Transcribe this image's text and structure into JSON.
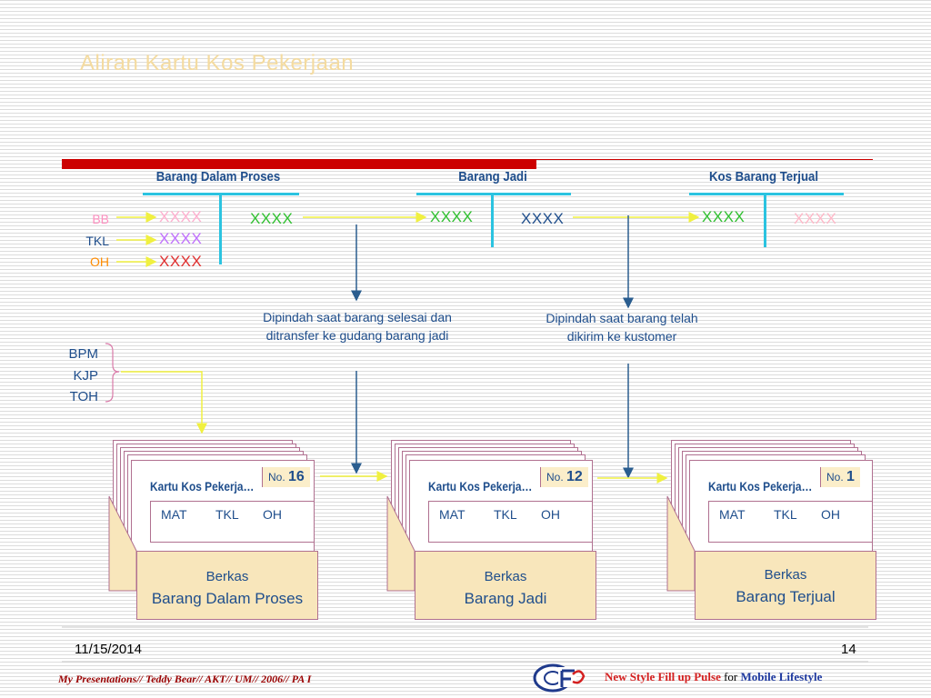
{
  "slide": {
    "title": "Aliran Kartu Kos Pekerjaan",
    "date": "11/15/2014",
    "page_number": "14",
    "footer_left": "My Presentations// Teddy Bear// AKT// UM// 2006// PA I",
    "footer_right_red": "New Style Fill up Pulse",
    "footer_right_mid": "for",
    "footer_right_blue": "Mobile Lifestyle"
  },
  "accounts": {
    "wip": {
      "title": "Barang Dalam Proses",
      "left_entries": [
        "XXXX",
        "XXXX",
        "XXXX"
      ],
      "right_entry": "XXXX"
    },
    "fg": {
      "title": "Barang Jadi",
      "left_entry": "XXXX",
      "right_entry": "XXXX"
    },
    "cogs": {
      "title": "Kos Barang Terjual",
      "left_entry": "XXXX",
      "right_entry": "XXXX"
    }
  },
  "cost_inputs": [
    "BB",
    "TKL",
    "OH"
  ],
  "applied_inputs": [
    "BPM",
    "KJP",
    "TOH"
  ],
  "notes": {
    "transfer_fg": "Dipindah saat barang selesai dan ditransfer ke gudang barang jadi",
    "transfer_cogs": "Dipindah saat barang telah dikirim ke kustomer"
  },
  "files": [
    {
      "card_title": "Kartu Kos Pekerja…",
      "no_label": "No.",
      "number": "16",
      "columns": [
        "MAT",
        "TKL",
        "OH"
      ],
      "label_line1": "Berkas",
      "label_line2": "Barang Dalam Proses"
    },
    {
      "card_title": "Kartu Kos Pekerja…",
      "no_label": "No.",
      "number": "12",
      "columns": [
        "MAT",
        "TKL",
        "OH"
      ],
      "label_line1": "Berkas",
      "label_line2": "Barang Jadi"
    },
    {
      "card_title": "Kartu Kos Pekerja…",
      "no_label": "No.",
      "number": "1",
      "columns": [
        "MAT",
        "TKL",
        "OH"
      ],
      "label_line1": "Berkas",
      "label_line2": "Barang Terjual"
    }
  ],
  "colors": {
    "title": "#f4dba0",
    "accent_red": "#cc0000",
    "t_account": "#2bc3e0",
    "text_blue": "#1f4e8c",
    "arrow_yellow": "#f0f040",
    "arrow_blue": "#2a5d8f",
    "bb": "#ff8fc0",
    "tkl": "#1f4e8c",
    "oh": "#ff8c00"
  }
}
